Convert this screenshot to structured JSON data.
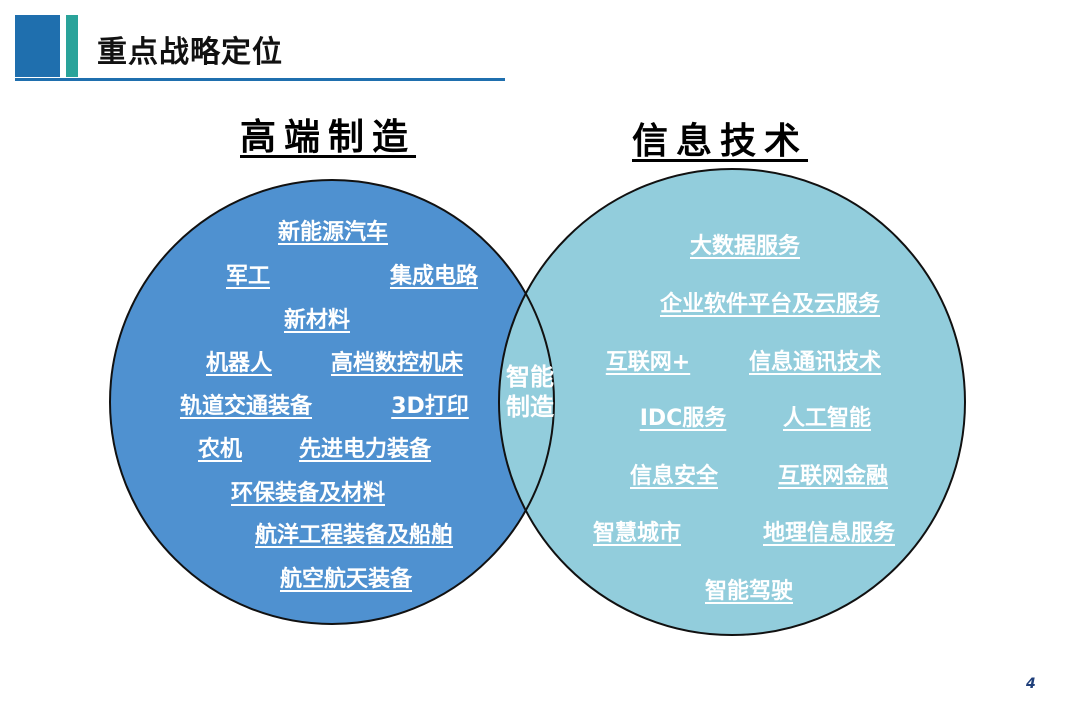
{
  "page_title": "重点战略定位",
  "left_title": "高端制造",
  "right_title": "信息技术",
  "overlap_label": [
    "智能",
    "制造"
  ],
  "left_items": [
    {
      "id": "xnyqc",
      "text": "新能源汽车"
    },
    {
      "id": "jg",
      "text": "军工"
    },
    {
      "id": "jcdl",
      "text": "集成电路"
    },
    {
      "id": "xcl",
      "text": "新材料"
    },
    {
      "id": "jqr",
      "text": "机器人"
    },
    {
      "id": "gdskjc",
      "text": "高档数控机床"
    },
    {
      "id": "gdjtzb",
      "text": "轨道交通装备"
    },
    {
      "id": "3ddy",
      "text": "3D打印"
    },
    {
      "id": "nj",
      "text": "农机"
    },
    {
      "id": "xjdlzb",
      "text": "先进电力装备"
    },
    {
      "id": "hbzbjcl",
      "text": "环保装备及材料"
    },
    {
      "id": "hygczbjcb",
      "text": "航洋工程装备及船舶"
    },
    {
      "id": "hkhtzb",
      "text": "航空航天装备"
    }
  ],
  "right_items": [
    {
      "id": "dsjfw",
      "text": "大数据服务"
    },
    {
      "id": "qyrjptjyfw",
      "text": "企业软件平台及云服务"
    },
    {
      "id": "hlw",
      "text": "互联网+"
    },
    {
      "id": "xxtxjs",
      "text": "信息通讯技术"
    },
    {
      "id": "idcfw",
      "text": "IDC服务"
    },
    {
      "id": "rgzn",
      "text": "人工智能"
    },
    {
      "id": "xxaq",
      "text": "信息安全"
    },
    {
      "id": "hlwjr",
      "text": "互联网金融"
    },
    {
      "id": "zhcs",
      "text": "智慧城市"
    },
    {
      "id": "dlxxfw",
      "text": "地理信息服务"
    },
    {
      "id": "znjs",
      "text": "智能驾驶"
    }
  ],
  "colors": {
    "left_circle": "#4f91d0",
    "right_circle": "#92cddc",
    "overlap": "#92cddc",
    "outline": "#111111",
    "accent_blue": "#1f6fae",
    "accent_teal": "#2aa39a"
  },
  "page_number": "4"
}
